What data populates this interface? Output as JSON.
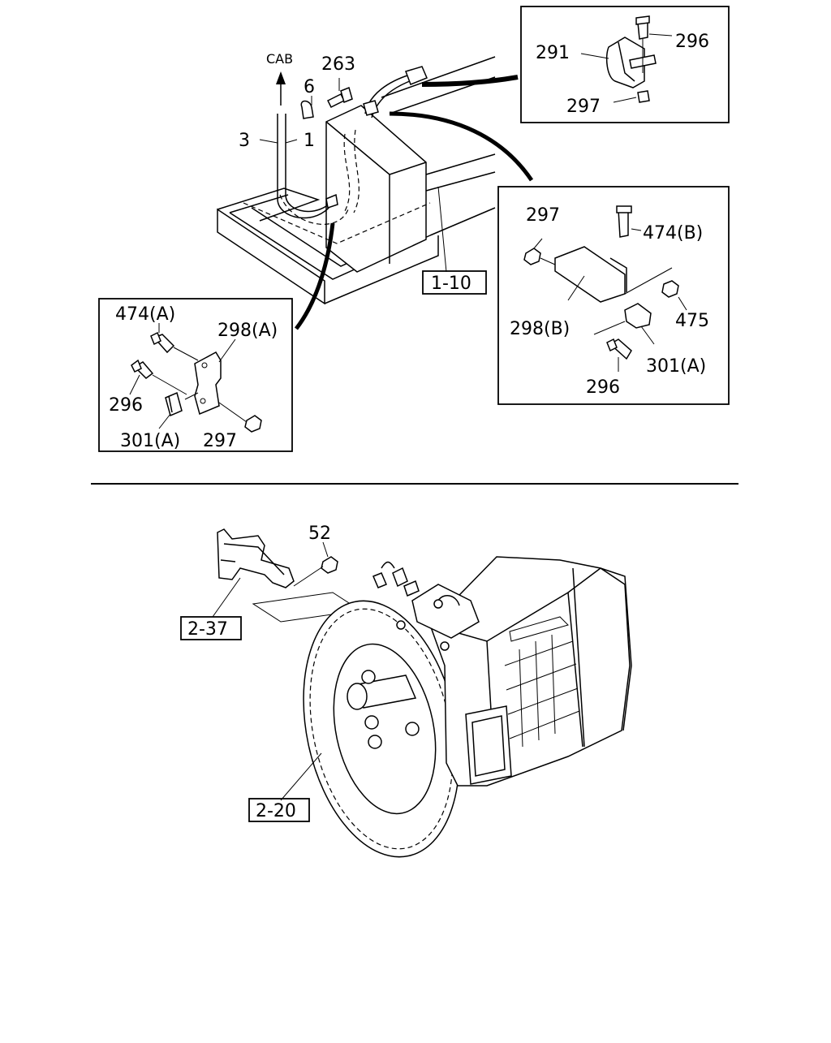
{
  "labels": {
    "cab": "CAB",
    "p263": "263",
    "p6": "6",
    "p3": "3",
    "p1": "1",
    "ref_1_10": "1-10",
    "inset_a": {
      "p474a": "474(A)",
      "p298a": "298(A)",
      "p296": "296",
      "p301a": "301(A)",
      "p297": "297"
    },
    "inset_top_right": {
      "p291": "291",
      "p296": "296",
      "p297": "297"
    },
    "inset_b": {
      "p297": "297",
      "p474b": "474(B)",
      "p475": "475",
      "p298b": "298(B)",
      "p301a": "301(A)",
      "p296": "296"
    },
    "p52": "52",
    "ref_2_37": "2-37",
    "ref_2_20": "2-20"
  }
}
